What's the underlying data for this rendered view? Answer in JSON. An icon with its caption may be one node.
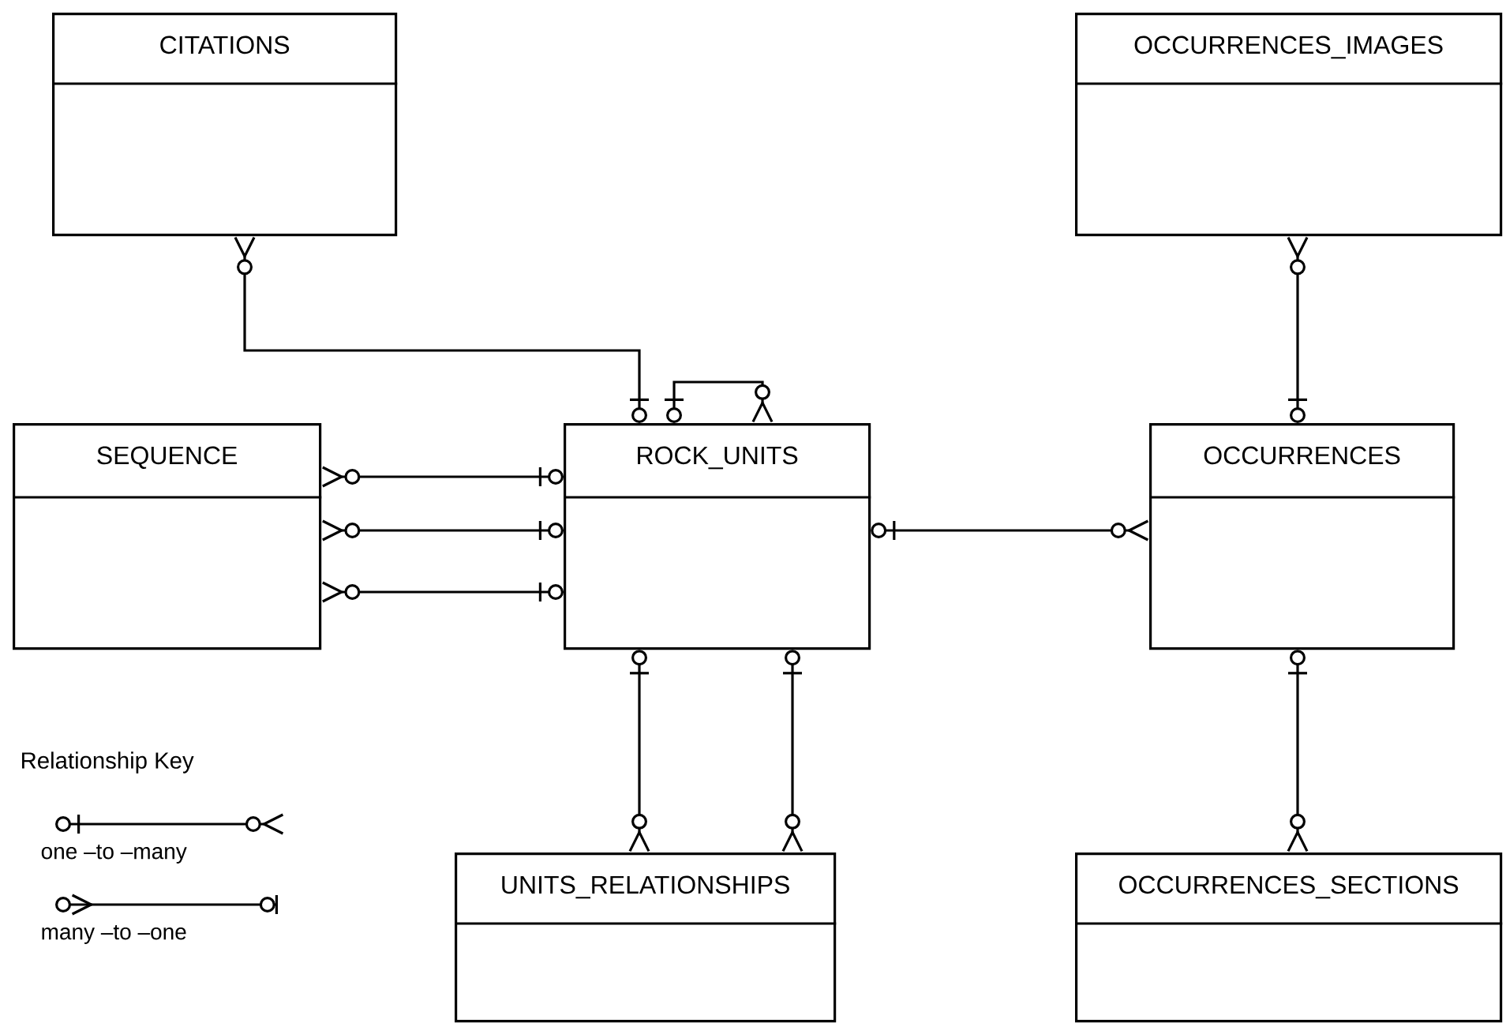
{
  "diagram": {
    "nodes": [
      {
        "text": [
          "CITATIONS"
        ]
      },
      {
        "text": [
          "OCCURRENCES_IMAGES"
        ]
      },
      {
        "text": [
          "SEQUENCE"
        ]
      },
      {
        "text": [
          "ROCK_UNITS"
        ]
      },
      {
        "text": [
          "OCCURRENCES"
        ]
      },
      {
        "text": [
          "UNITS_RELATIONSHIPS"
        ]
      },
      {
        "text": [
          "OCCURRENCES_SECTIONS"
        ]
      }
    ],
    "edges": [
      {
        "from": 3,
        "to": 0,
        "arrow": "other"
      },
      {
        "from": 3,
        "to": 3,
        "arrow": "other"
      },
      {
        "from": 3,
        "to": 2,
        "arrow": "other"
      },
      {
        "from": 3,
        "to": 2,
        "arrow": "other"
      },
      {
        "from": 3,
        "to": 2,
        "arrow": "other"
      },
      {
        "from": 3,
        "to": 4,
        "arrow": "other"
      },
      {
        "from": 4,
        "to": 1,
        "arrow": "other"
      },
      {
        "from": 3,
        "to": 5,
        "arrow": "other"
      },
      {
        "from": 3,
        "to": 5,
        "arrow": "other"
      },
      {
        "from": 4,
        "to": 6,
        "arrow": "other"
      }
    ],
    "labels": [
      "Relationship Key"
    ],
    "legend": [
      {
        "text": "one –to –many"
      },
      {
        "text": "many –to –one"
      }
    ]
  }
}
